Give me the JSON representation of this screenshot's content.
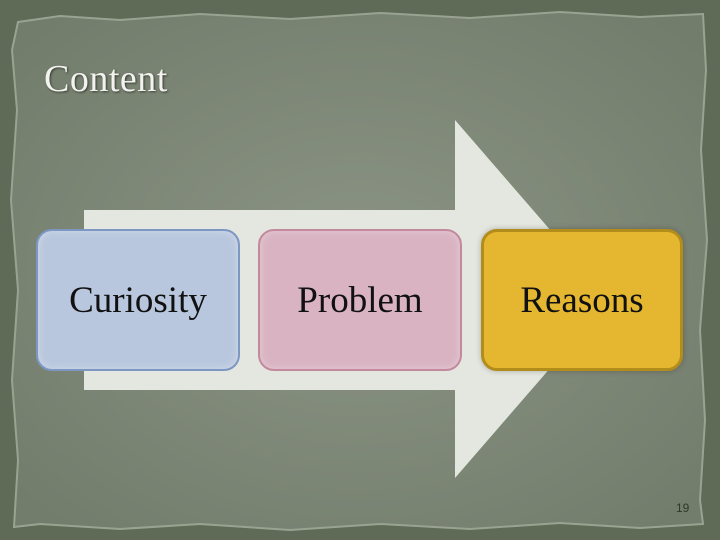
{
  "slide": {
    "title": "Content",
    "steps": [
      {
        "label": "Curiosity",
        "color": "#b9c7de"
      },
      {
        "label": "Problem",
        "color": "#d9b3c1"
      },
      {
        "label": "Reasons",
        "color": "#e5b731"
      }
    ],
    "page_number": "19"
  },
  "colors": {
    "frame": "#5f6b56",
    "panel": "#818b7a",
    "arrow": "#e4e7df",
    "title_text": "#f2f2ee"
  }
}
